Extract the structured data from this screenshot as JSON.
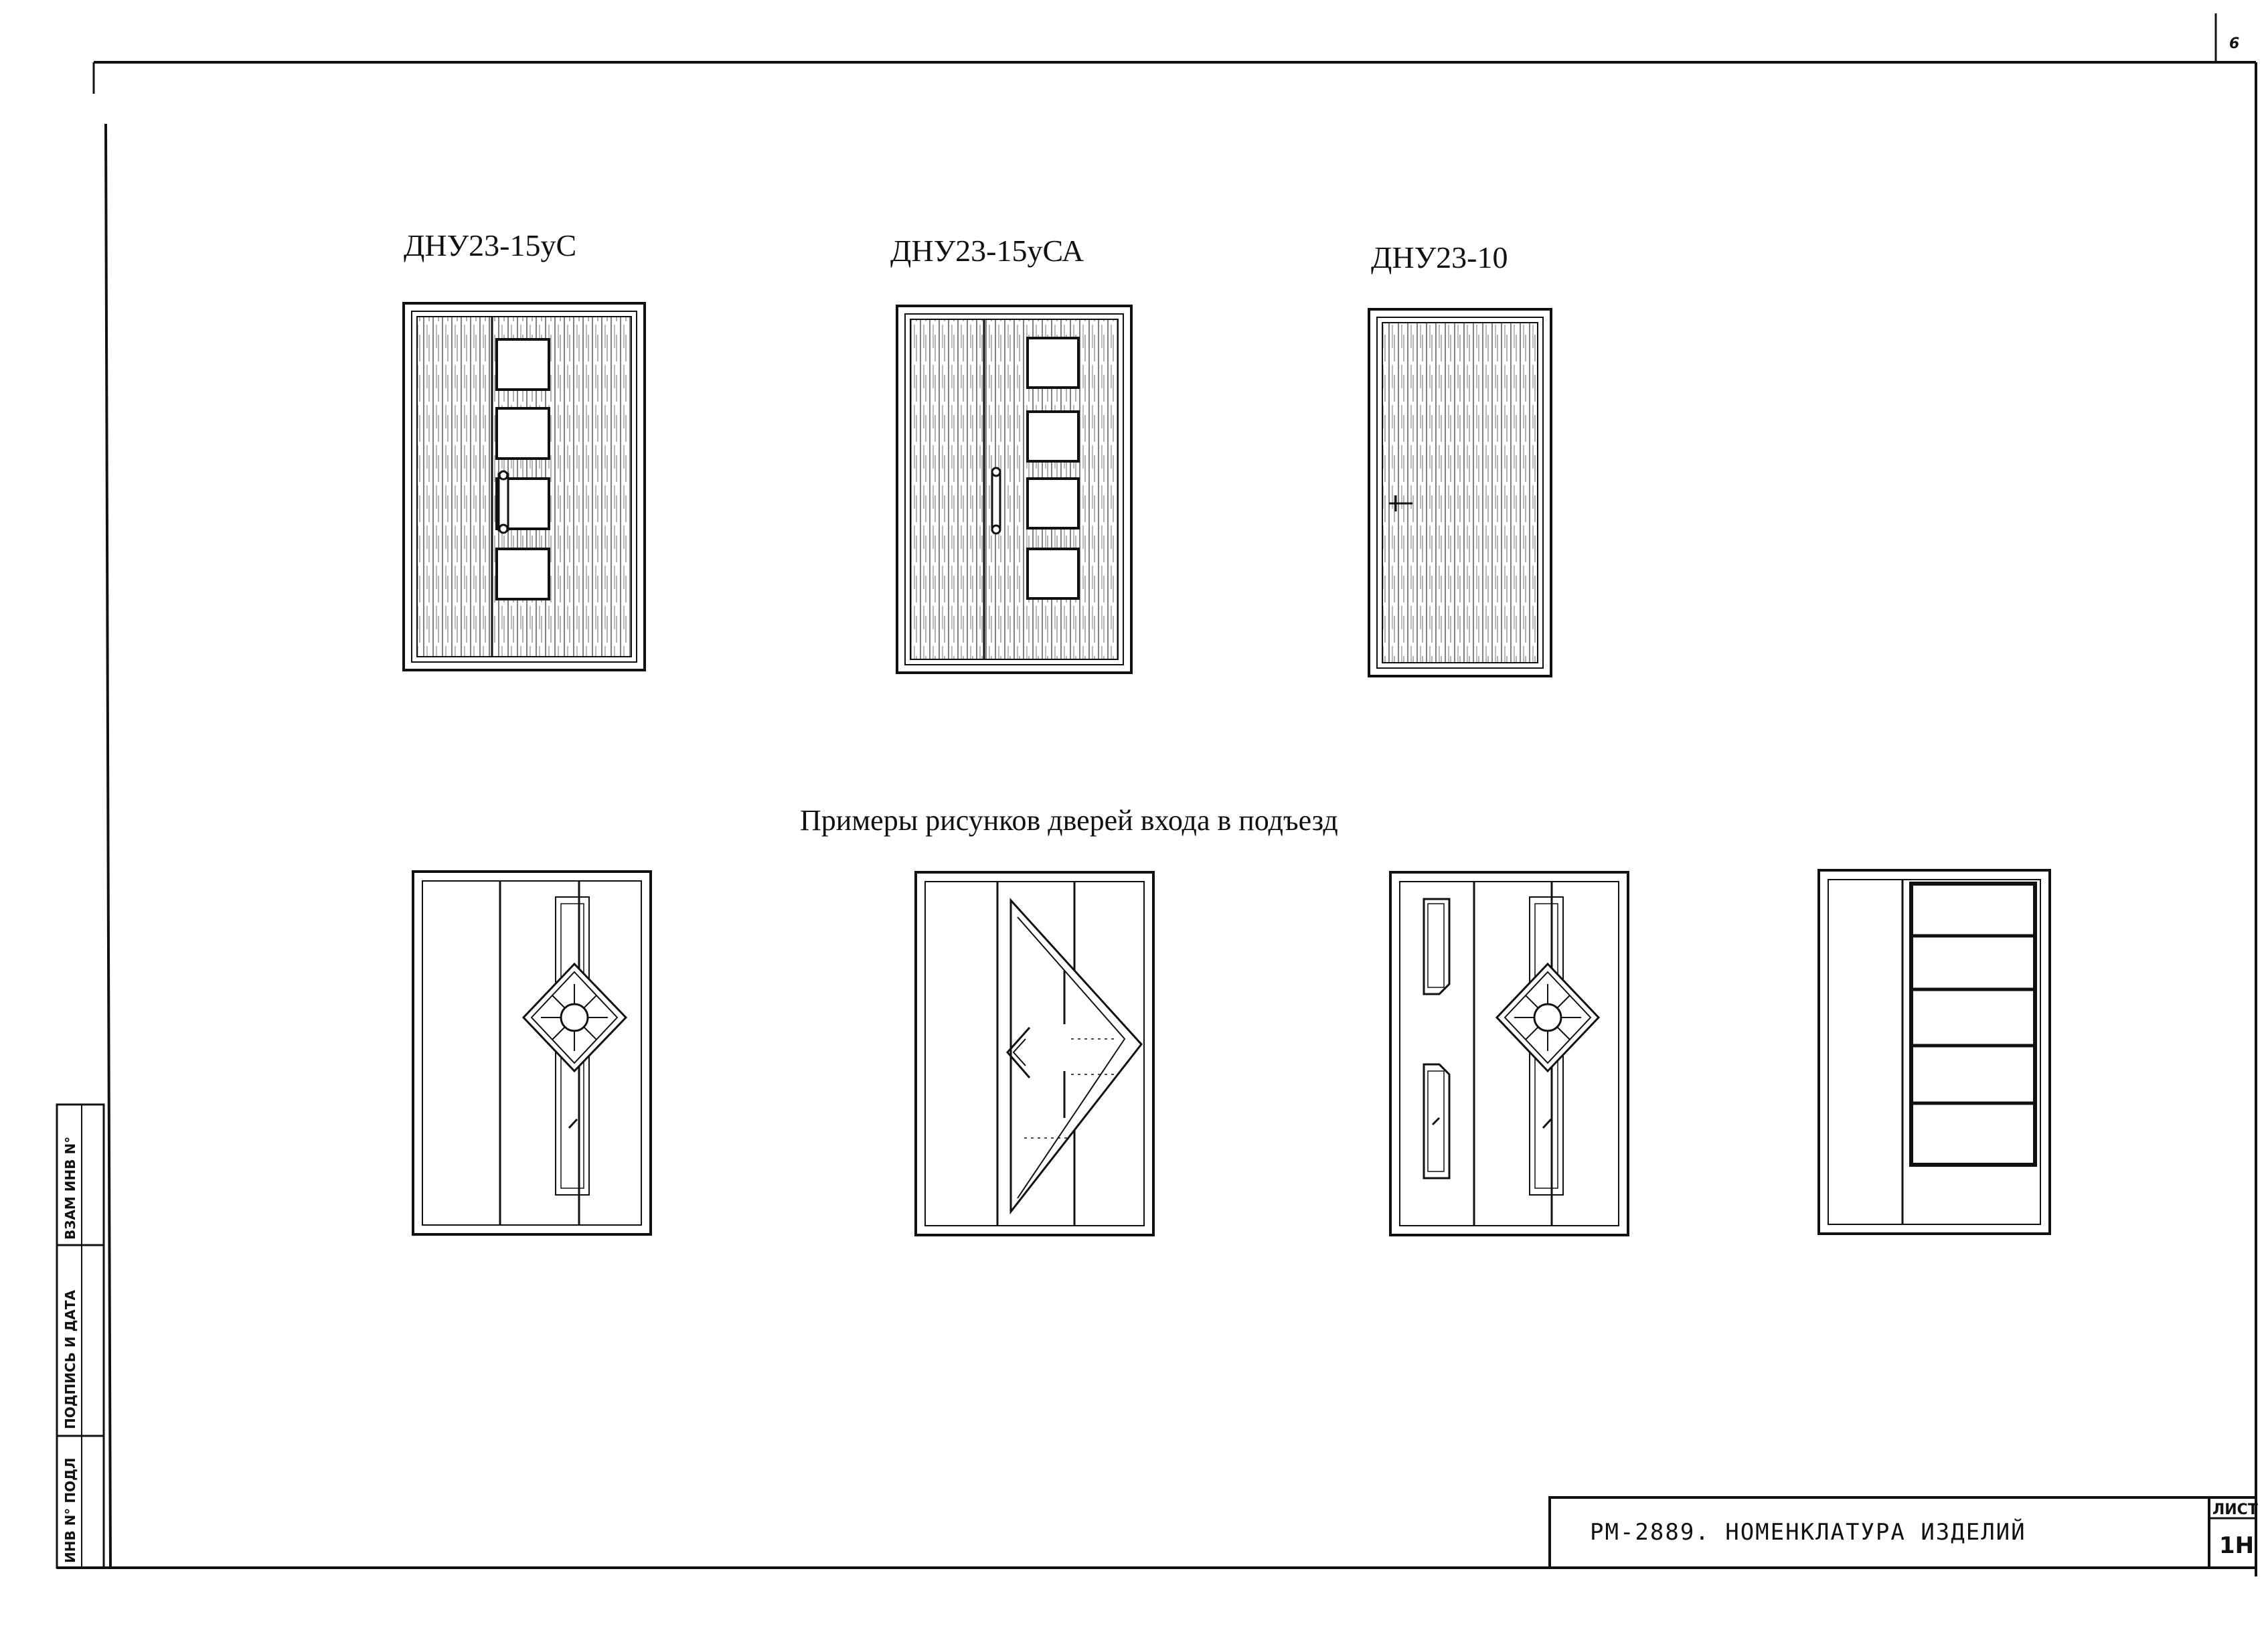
{
  "sheet_corner_mark": "6",
  "doors_top": [
    {
      "label": "ДНУ23-15уС"
    },
    {
      "label": "ДНУ23-15уСА"
    },
    {
      "label": "ДНУ23-10"
    }
  ],
  "caption": "Примеры рисунков  дверей входа в подъезд",
  "side_stamp": {
    "field_1": "ИНВ N° ПОДЛ",
    "field_2": "ПОДПИСЬ И ДАТА",
    "field_3": "ВЗАМ ИНВ N°"
  },
  "title_block": {
    "designation": "РМ-2889. НОМЕНКЛАТУРА ИЗДЕЛИЙ",
    "sheet_label": "ЛИСТ",
    "sheet_number": "1Н"
  }
}
